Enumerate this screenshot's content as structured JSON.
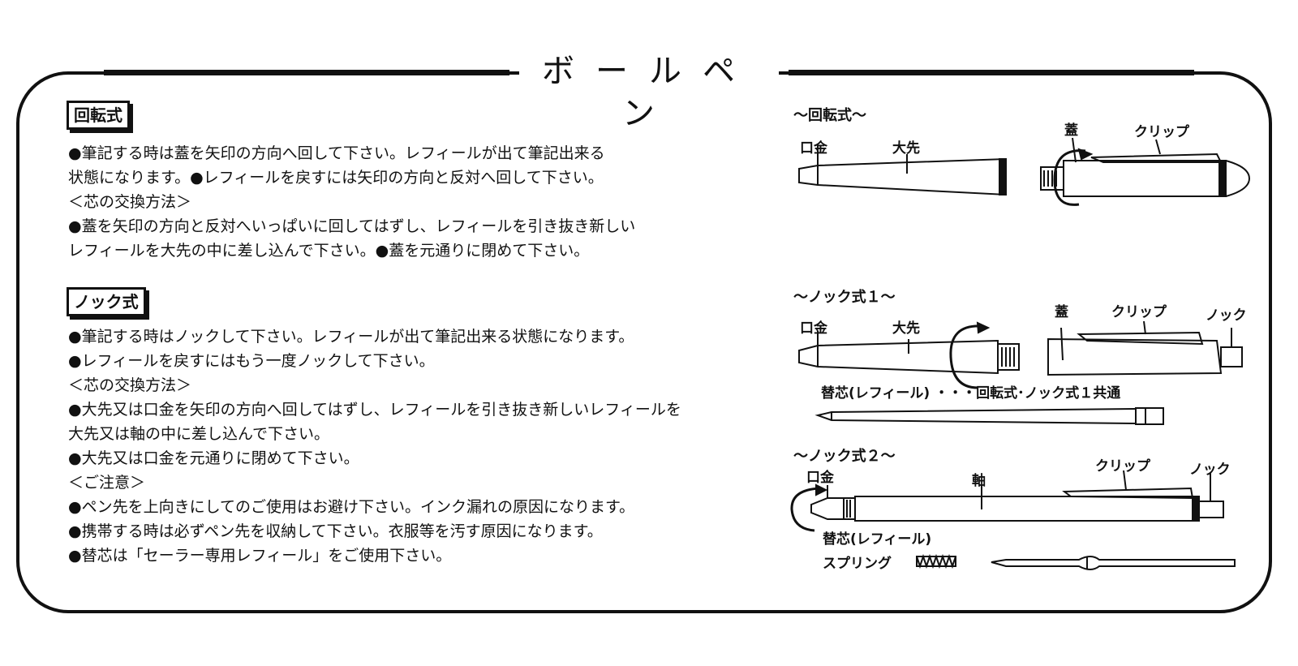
{
  "title": "ボールペン",
  "rotary": {
    "heading": "回転式",
    "lines": [
      "●筆記する時は蓋を矢印の方向へ回して下さい。レフィールが出て筆記出来る",
      "状態になります。●レフィールを戻すには矢印の方向と反対へ回して下さい。",
      "＜芯の交換方法＞",
      "●蓋を矢印の方向と反対へいっぱいに回してはずし、レフィールを引き抜き新しい",
      "レフィールを大先の中に差し込んで下さい。●蓋を元通りに閉めて下さい。"
    ]
  },
  "knock": {
    "heading": "ノック式",
    "lines": [
      "●筆記する時はノックして下さい。レフィールが出て筆記出来る状態になります。",
      "●レフィールを戻すにはもう一度ノックして下さい。",
      "＜芯の交換方法＞",
      "●大先又は口金を矢印の方向へ回してはずし、レフィールを引き抜き新しいレフィールを",
      "大先又は軸の中に差し込んで下さい。",
      "●大先又は口金を元通りに閉めて下さい。",
      "＜ご注意＞",
      "●ペン先を上向きにしてのご使用はお避け下さい。インク漏れの原因になります。",
      "●携帯する時は必ずペン先を収納して下さい。衣服等を汚す原因になります。",
      "●替芯は「セーラー専用レフィール」をご使用下さい。"
    ]
  },
  "diagrams": {
    "rotary": {
      "heading": "～回転式～",
      "kuchigane": "口金",
      "osaki": "大先",
      "futa": "蓋",
      "clip": "クリップ"
    },
    "knock1": {
      "heading": "～ノック式１～",
      "kuchigane": "口金",
      "osaki": "大先",
      "futa": "蓋",
      "clip": "クリップ",
      "knock": "ノック",
      "refill_note": "替芯(レフィール) ・・・回転式･ノック式１共通"
    },
    "knock2": {
      "heading": "～ノック式２～",
      "kuchigane": "口金",
      "jiku": "軸",
      "clip": "クリップ",
      "knock": "ノック",
      "refill": "替芯(レフィール)",
      "spring": "スプリング"
    }
  }
}
